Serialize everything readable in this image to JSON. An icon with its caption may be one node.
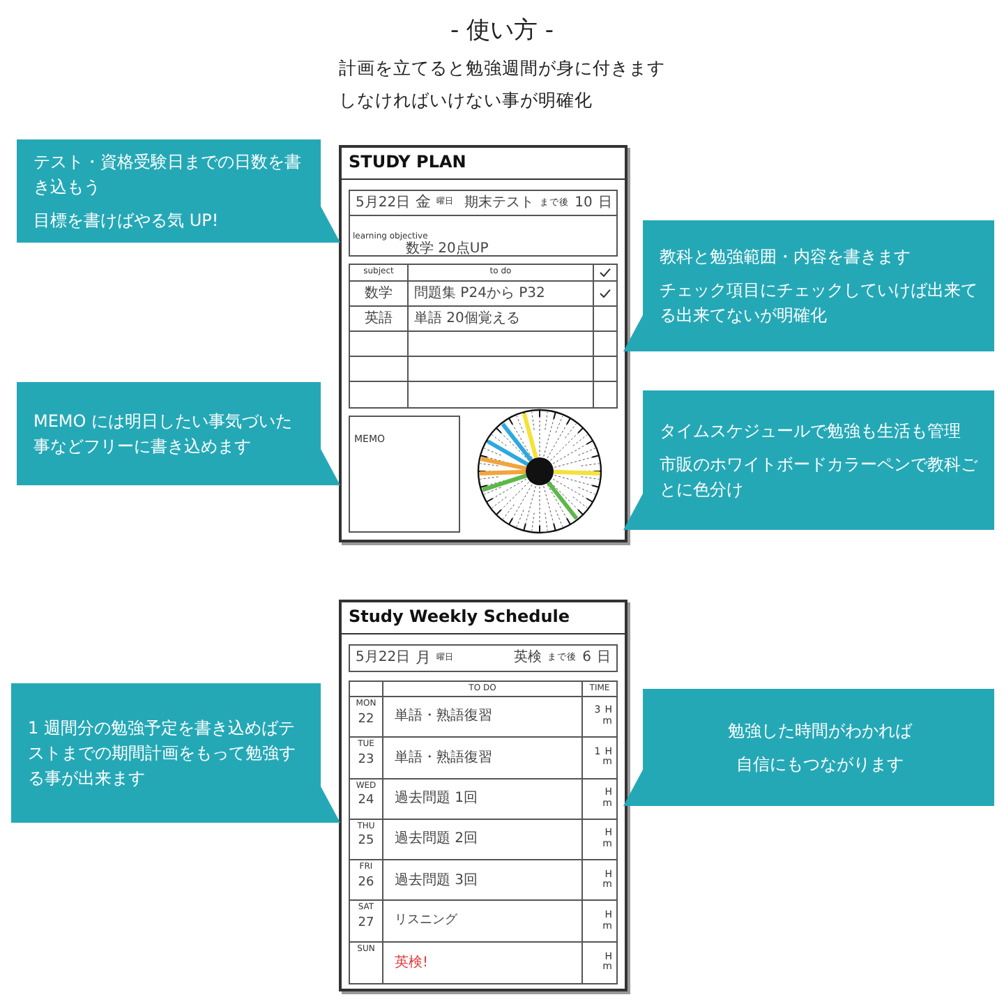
{
  "diagram": {
    "title": "- 使い方 -",
    "nodes": [
      {
        "text": [
          "テスト・資格受験日までの日数を書き込もう",
          "目標を書けばやる気 UP!"
        ]
      },
      {
        "text": [
          "教科と勉強範囲・内容を書きます",
          "チェック項目にチェックしていけば出来てる出来てないが明確化"
        ]
      },
      {
        "text": [
          "MEMO には明日したい事気づいた事などフリーに書き込めます"
        ]
      },
      {
        "text": [
          "タイムスケジュールで勉強も生活も管理",
          "市販のホワイトボードカラーペンで教科ごとに色分け"
        ]
      },
      {
        "text": [
          "1 週間分の勉強予定を書き込めばテストまでの期間計画をもって勉強する事が出来ます"
        ]
      },
      {
        "text": [
          "勉強した時間がわかれば",
          "自信にもつながります"
        ]
      },
      {
        "text": [
          "STUDY PLAN"
        ]
      },
      {
        "text": [
          "Study Weekly Schedule"
        ]
      }
    ],
    "edges": [],
    "labels": [
      "計画を立てると勉強週間が身に付きます",
      "しなければいけない事が明確化",
      "5月22日",
      "金",
      "曜日",
      "期末テスト",
      "まで後",
      "10",
      "日",
      "learning objective",
      "数学 20点UP",
      "subject",
      "to do",
      "数学",
      "問題集 P24から P32",
      "英語",
      "単語 20個覚える",
      "MEMO",
      "5月22日",
      "月",
      "曜日",
      "英検",
      "まで後",
      "6",
      "日",
      "TO DO",
      "TIME",
      "MON",
      "22",
      "単語・熟語復習",
      "3",
      "H",
      "m",
      "TUE",
      "23",
      "単語・熟語復習",
      "1",
      "H",
      "m",
      "WED",
      "24",
      "過去問題 1回",
      "H",
      "m",
      "THU",
      "25",
      "過去問題 2回",
      "H",
      "m",
      "FRI",
      "26",
      "過去問題 3回",
      "H",
      "m",
      "SAT",
      "27",
      "リスニング",
      "H",
      "m",
      "SUN",
      "英検!",
      "H",
      "m"
    ]
  }
}
